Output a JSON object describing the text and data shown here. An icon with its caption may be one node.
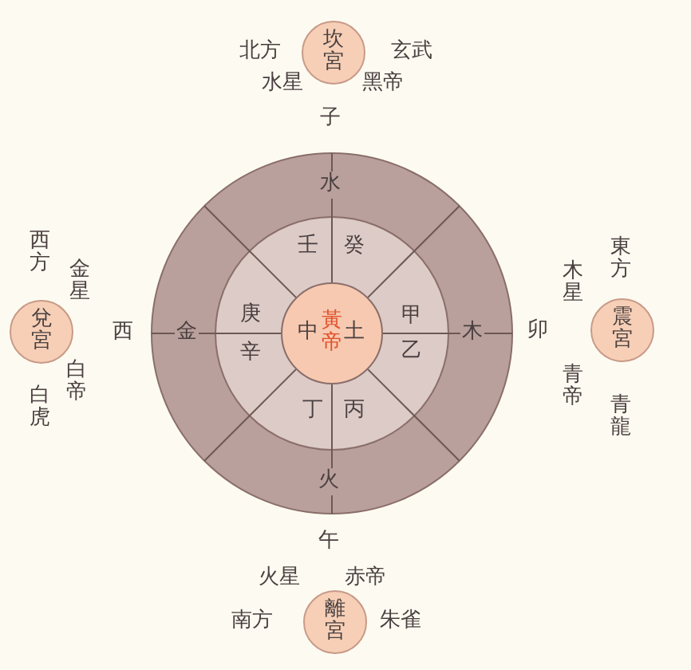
{
  "diagram": {
    "nodes": [
      {
        "text": [
          "坎宮"
        ],
        "beside": [
          "北方",
          "玄武",
          "水星",
          "黑帝"
        ]
      },
      {
        "text": [
          "兌宮"
        ],
        "beside": [
          "西方",
          "金星",
          "白帝",
          "白虎"
        ]
      },
      {
        "text": [
          "中",
          "黃帝",
          "土"
        ]
      },
      {
        "text": [
          "震宮"
        ],
        "beside": [
          "東方",
          "木星",
          "青帝",
          "青龍"
        ]
      },
      {
        "text": [
          "離宮"
        ],
        "beside": [
          "火星",
          "赤帝",
          "南方",
          "朱雀"
        ]
      }
    ],
    "edges": [],
    "labels": [
      "子",
      "水",
      "壬",
      "癸",
      "西",
      "金",
      "庚",
      "甲",
      "木",
      "卯",
      "辛",
      "乙",
      "丁",
      "丙",
      "火",
      "午"
    ]
  }
}
